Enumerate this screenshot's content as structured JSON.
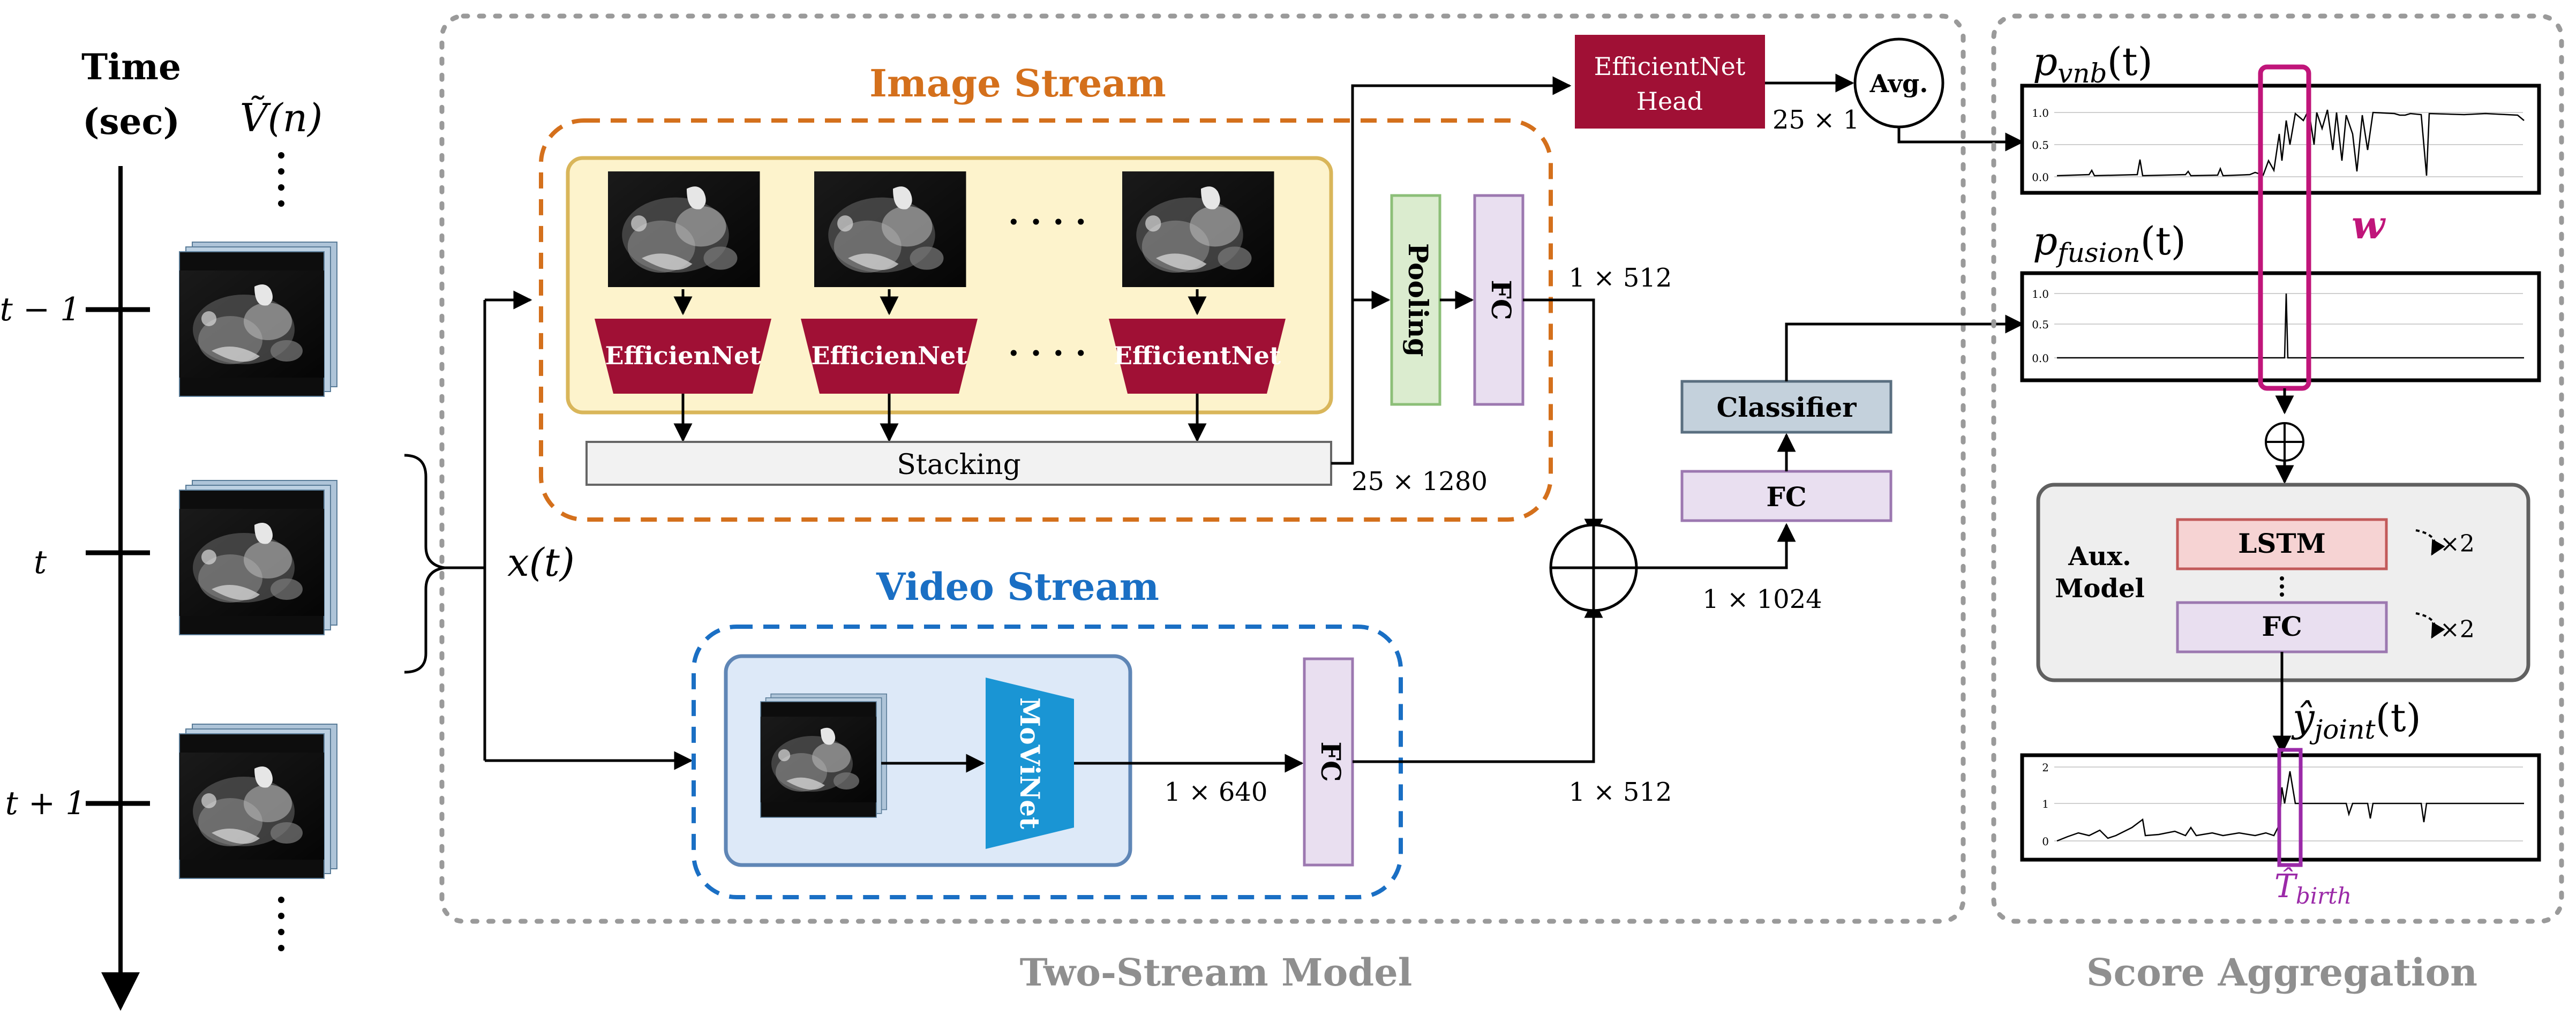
{
  "timeline": {
    "title_line1": "Time",
    "title_line2": "(sec)",
    "seq_label": "Ṽ(n)",
    "ticks": [
      "t − 1",
      "t",
      "t + 1"
    ],
    "input_label": "x(t)"
  },
  "two_stream": {
    "caption": "Two-Stream Model",
    "image_stream": {
      "title": "Image Stream",
      "encoders": [
        "EfficienNet",
        "EfficienNet",
        "EfficientNet"
      ],
      "ellipsis": "· · · ·",
      "stacking": "Stacking",
      "stack_dim": "25 × 1280",
      "pooling": "Pooling",
      "fc": "FC",
      "fc_dim": "1 × 512",
      "head_line1": "EfficientNet",
      "head_line2": "Head",
      "head_dim": "25 × 1",
      "avg": "Avg."
    },
    "video_stream": {
      "title": "Video Stream",
      "model": "MoViNet",
      "model_dim": "1 × 640",
      "fc": "FC",
      "fc_dim": "1 × 512"
    },
    "fusion": {
      "fused_dim": "1 × 1024",
      "fc": "FC",
      "classifier": "Classifier"
    }
  },
  "aggregation": {
    "caption": "Score Aggregation",
    "p_vnb": "p",
    "p_vnb_sub": "vnb",
    "p_fusion": "p",
    "p_fusion_sub": "fusion",
    "arg_t": "(t)",
    "window": "w",
    "aux_line1": "Aux.",
    "aux_line2": "Model",
    "lstm": "LSTM",
    "fc": "FC",
    "repeat": "×2",
    "y_joint": "ŷ",
    "y_joint_sub": "joint",
    "t_birth": "T̂",
    "t_birth_sub": "birth",
    "plot1_ticks": [
      "1.0",
      "0.5",
      "0.0"
    ],
    "plot2_ticks": [
      "1.0",
      "0.5",
      "0.0"
    ],
    "plot3_ticks": [
      "2",
      "1",
      "0"
    ]
  },
  "colors": {
    "image_stream": "#d4701c",
    "video_stream": "#1a6fc4",
    "efficientnet": "#a01035",
    "window": "#c0157a",
    "t_birth": "#9b2aa8",
    "pooling_fill": "#dbeccf",
    "fc_fill": "#e9dff0",
    "classifier_fill": "#c4d1dc",
    "lstm_fill": "#f6d3d3",
    "movinet": "#1a95d4",
    "caption_gray": "#8f8f8f"
  }
}
